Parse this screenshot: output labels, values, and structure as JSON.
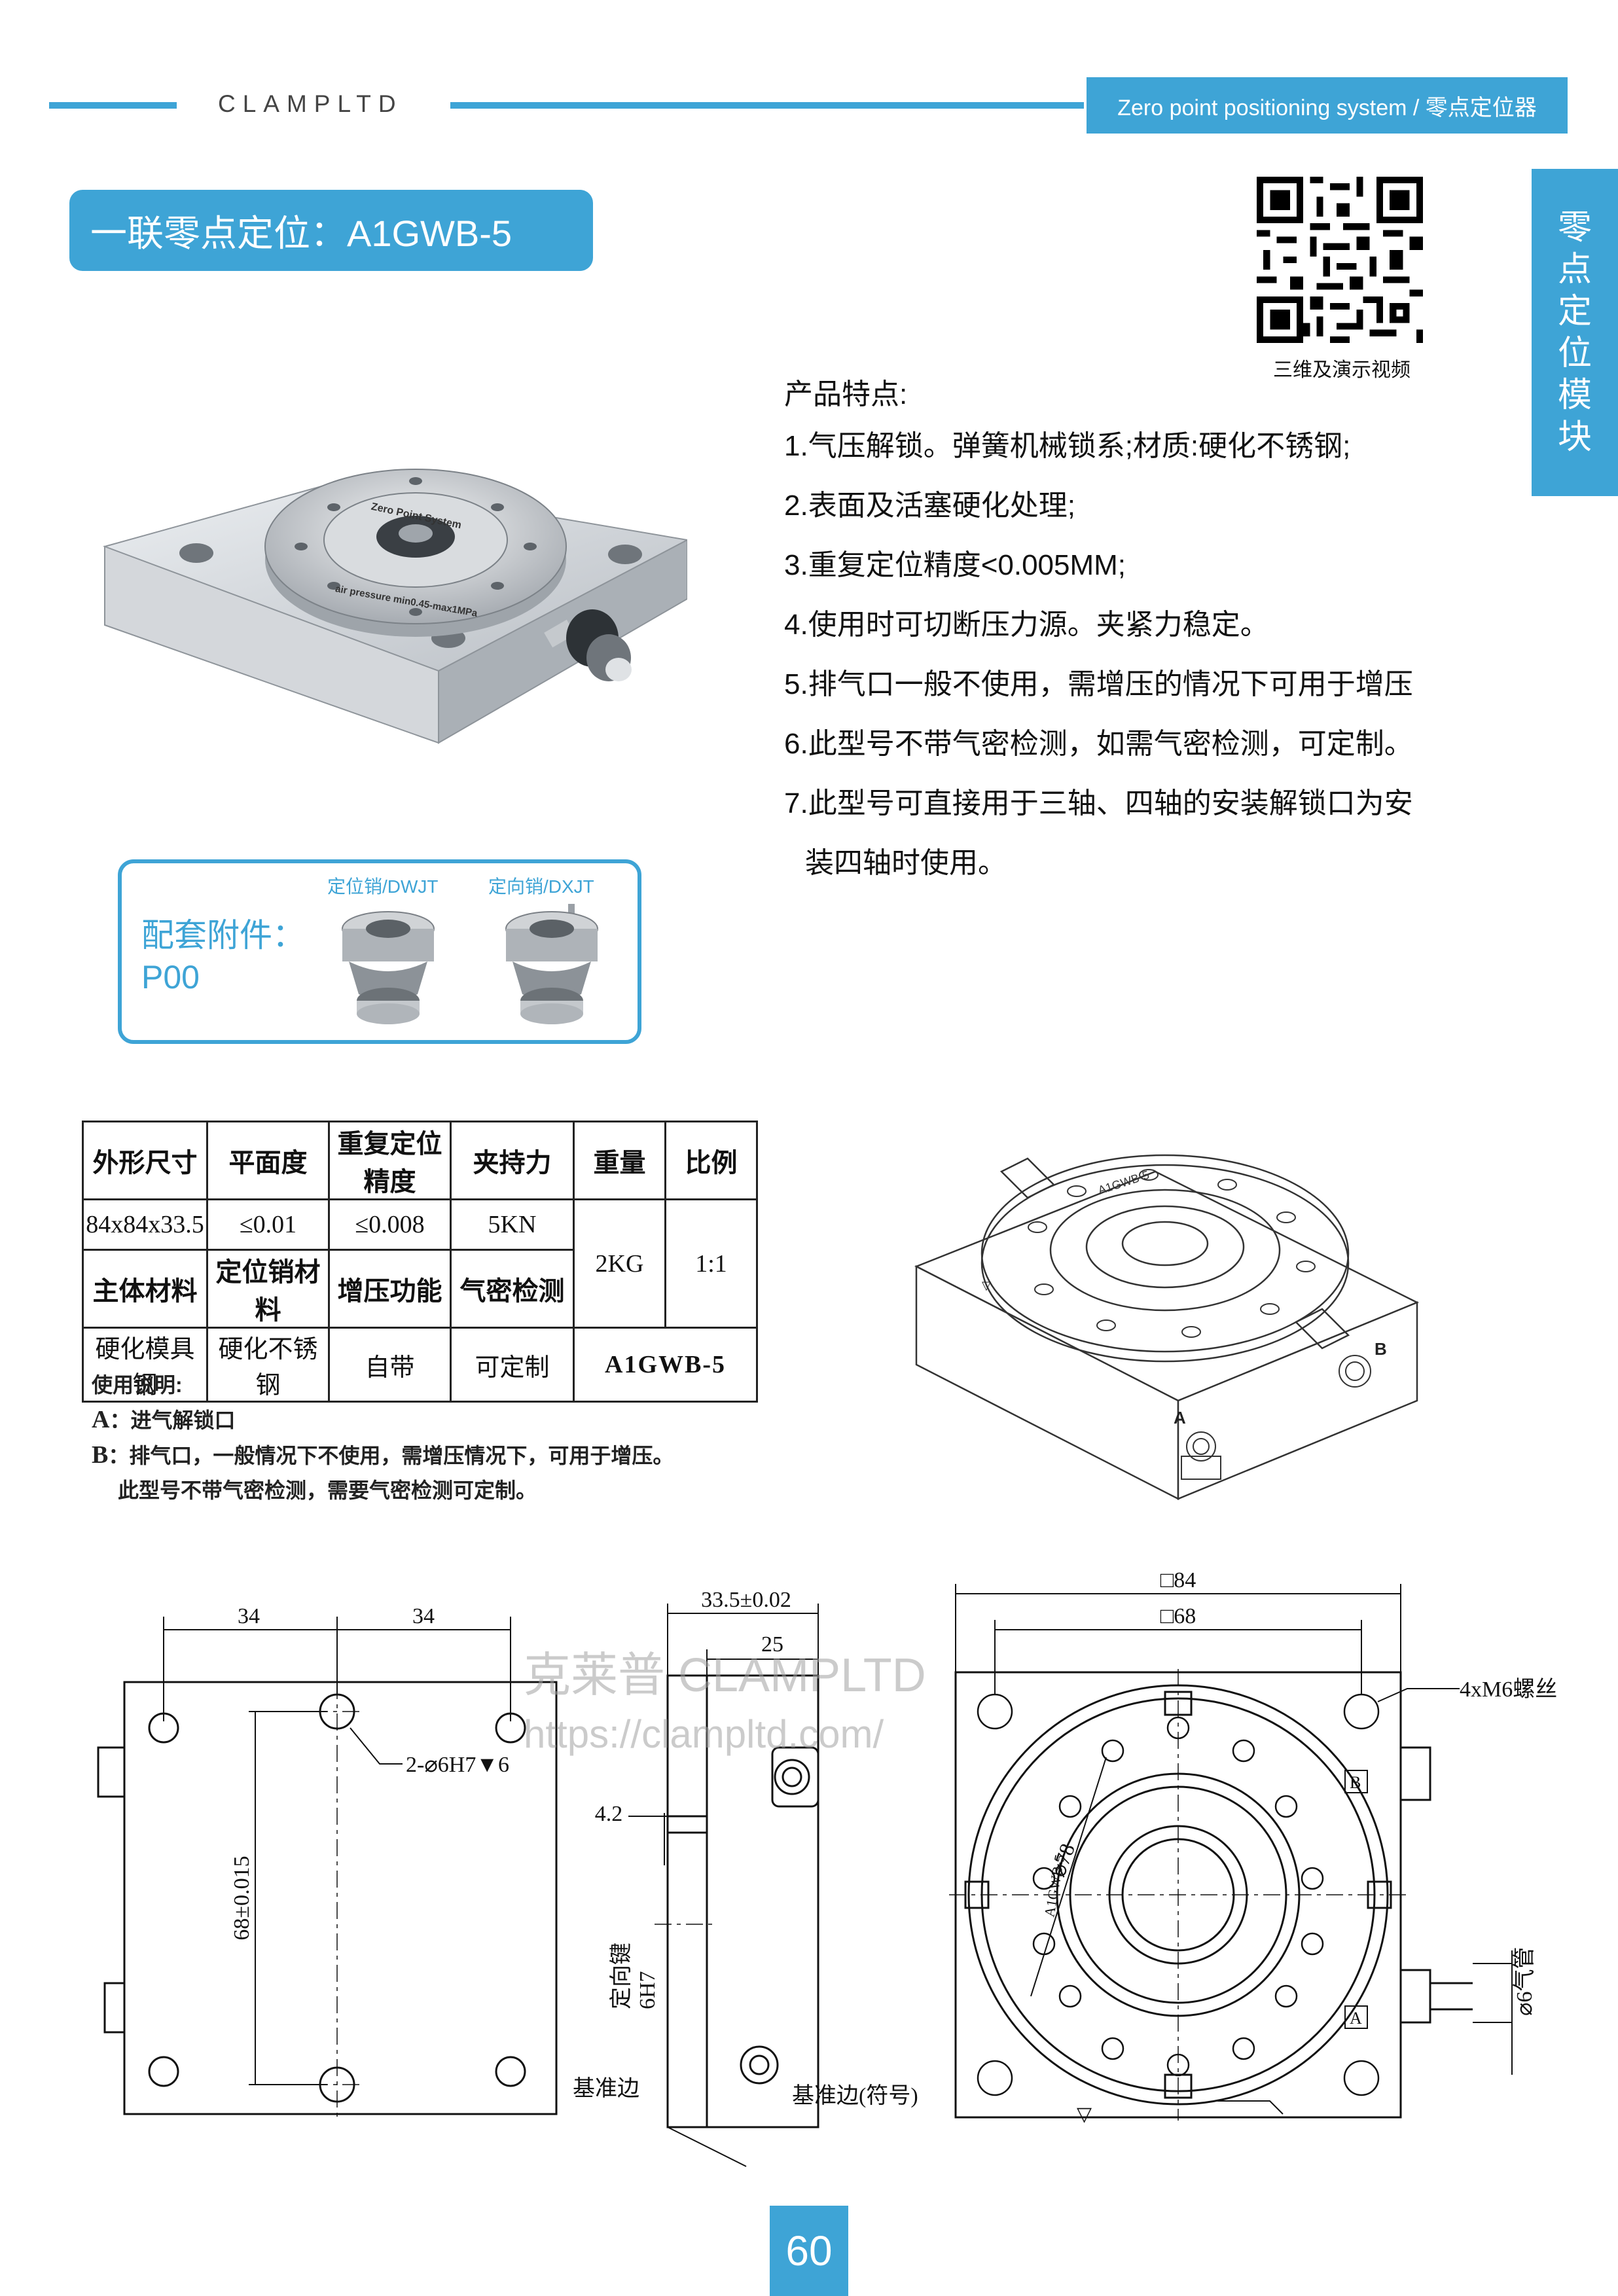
{
  "header": {
    "brand": "CLAMPLTD",
    "section_tag": "Zero point positioning system / 零点定位器",
    "side_tab": "零点定位模块"
  },
  "title": "一联零点定位：A1GWB-5",
  "qr_caption": "三维及演示视频",
  "features": {
    "heading": "产品特点:",
    "items": [
      "1.气压解锁。弹簧机械锁系;材质:硬化不锈钢;",
      "2.表面及活塞硬化处理;",
      "3.重复定位精度<0.005MM;",
      "4.使用时可切断压力源。夹紧力稳定。",
      "5.排气口一般不使用，需增压的情况下可用于增压",
      "6.此型号不带气密检测，如需气密检测，可定制。",
      "7.此型号可直接用于三轴、四轴的安装解锁口为安",
      "装四轴时使用。"
    ]
  },
  "photo_labels": {
    "ring_text": "Zero Point System",
    "bottom_text": "air pressure min0.45-max1MPa"
  },
  "accessories": {
    "label": "配套附件：",
    "code": "P00",
    "item1": "定位销/DWJT",
    "item2": "定向销/DXJT"
  },
  "spec_table": {
    "h1": "外形尺寸",
    "h2": "平面度",
    "h3": "重复定位精度",
    "h4": "夹持力",
    "h5": "重量",
    "h6": "比例",
    "v1": "84x84x33.5",
    "v2": "≤0.01",
    "v3": "≤0.008",
    "v4": "5KN",
    "v5": "2KG",
    "v6": "1:1",
    "h7": "主体材料",
    "h8": "定位销材料",
    "h9": "增压功能",
    "h10": "气密检测",
    "v7": "硬化模具钢",
    "v8": "硬化不锈钢",
    "v9": "自带",
    "v10": "可定制",
    "model": "A1GWB-5"
  },
  "usage": {
    "title": "使用说明:",
    "a_key": "A",
    "a_text": "：进气解锁口",
    "b_key": "B",
    "b_text": "：排气口，一般情况下不使用，需增压情况下，可用于增压。",
    "b_text2": "此型号不带气密检测，需要气密检测可定制。"
  },
  "iso_labels": {
    "plate": "A1GWB-5",
    "a": "A",
    "b": "B"
  },
  "drawing": {
    "dim_34a": "34",
    "dim_34b": "34",
    "dim_68": "68±0.015",
    "hole_note": "2-⌀6H7▼6",
    "dim_335": "33.5±0.02",
    "dim_25": "25",
    "dim_42": "4.2",
    "key_note": "定向键",
    "key_fit": "6H7",
    "datum_edge": "基准边",
    "datum_symbol": "基准边(符号)",
    "dim_84": "□84",
    "dim_68sq": "□68",
    "dim_78": "⌀78",
    "screw_note": "4xM6螺丝",
    "tube_note": "⌀6气管",
    "plate_text": "A1GWB-5",
    "a": "A",
    "b": "B"
  },
  "watermark": {
    "line1": "克莱普 CLAMPLTD",
    "line2": "https://clampltd.com/"
  },
  "page_number": "60"
}
